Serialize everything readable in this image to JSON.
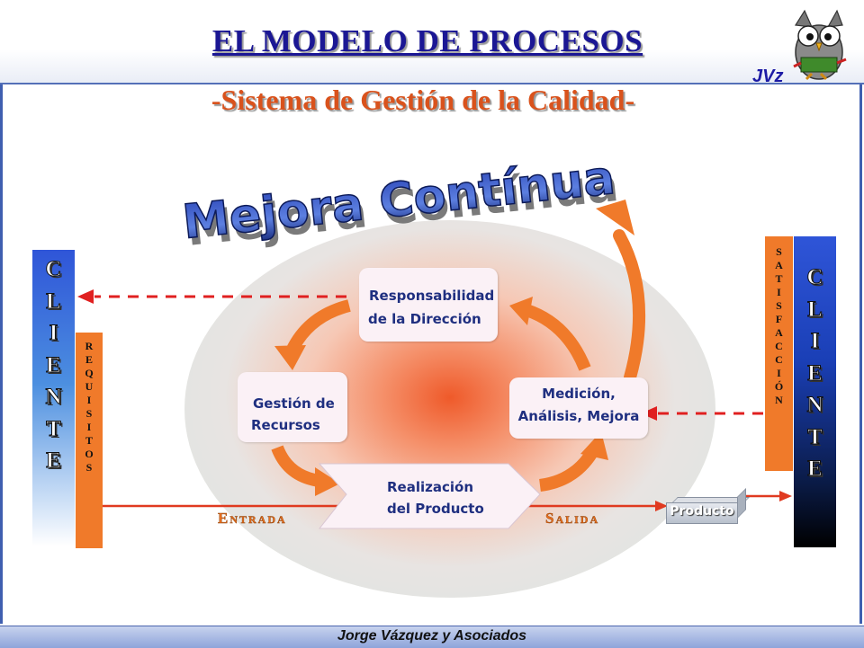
{
  "header": {
    "title": "EL MODELO DE PROCESOS",
    "subtitle": "-Sistema de Gestión de la Calidad-",
    "logo_text": "JVz"
  },
  "banner": {
    "text": "Mejora Contínua"
  },
  "cliente_left": {
    "letters": [
      "C",
      "L",
      "I",
      "E",
      "N",
      "T",
      "E"
    ]
  },
  "requisitos": {
    "letters": [
      "R",
      "E",
      "Q",
      "U",
      "I",
      "S",
      "I",
      "T",
      "O",
      "S"
    ]
  },
  "cliente_right": {
    "letters": [
      "C",
      "L",
      "I",
      "E",
      "N",
      "T",
      "E"
    ]
  },
  "satisfaccion": {
    "letters": [
      "S",
      "A",
      "T",
      "I",
      "S",
      "F",
      "A",
      "C",
      "C",
      "I",
      "Ó",
      "N"
    ]
  },
  "processes": {
    "responsabilidad": {
      "line1": "Responsabilidad",
      "line2": "de la Dirección"
    },
    "gestion": {
      "line1": "Gestión de",
      "line2": "Recursos"
    },
    "medicion": {
      "line1": "Medición,",
      "line2": "Análisis, Mejora"
    },
    "realizacion": {
      "line1": "Realización",
      "line2": "del Producto"
    }
  },
  "flow": {
    "entrada": "Entrada",
    "salida": "Salida",
    "producto": "Producto"
  },
  "footer": {
    "text": "Jorge Vázquez y Asociados"
  },
  "colors": {
    "title_blue": "#1b1794",
    "subtitle_orange": "#d9521c",
    "arrow_orange": "#f07a2a",
    "dash_red": "#e02020",
    "cliente_blue": "#2f55d8"
  }
}
